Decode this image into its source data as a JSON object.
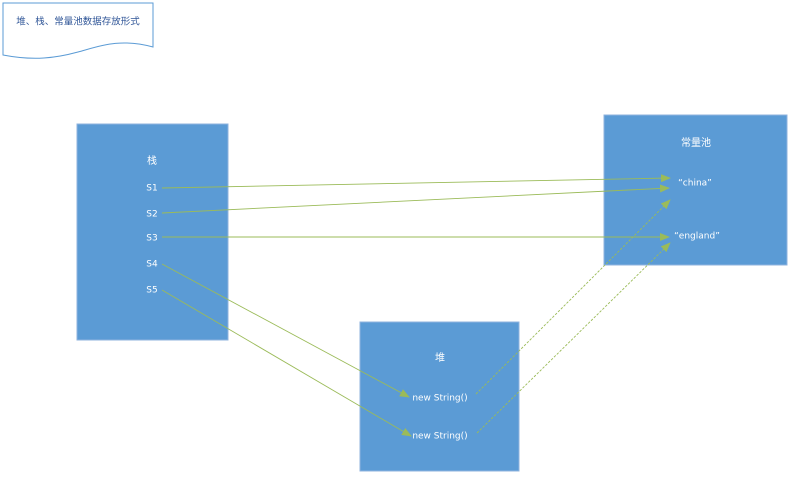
{
  "title": "堆、栈、常量池数据存放形式",
  "stack": {
    "title": "栈",
    "items": [
      "S1",
      "S2",
      "S3",
      "S4",
      "S5"
    ]
  },
  "heap": {
    "title": "堆",
    "objects": [
      "new String()",
      "new String()"
    ]
  },
  "constant_pool": {
    "title": "常量池",
    "values": [
      "“china”",
      "“england”"
    ]
  },
  "colors": {
    "box_fill": "#5b9bd5",
    "box_stroke": "#8fb3de",
    "doc_stroke": "#5b9bd5",
    "doc_text": "#2f5597",
    "arrow": "#9bbb59"
  }
}
